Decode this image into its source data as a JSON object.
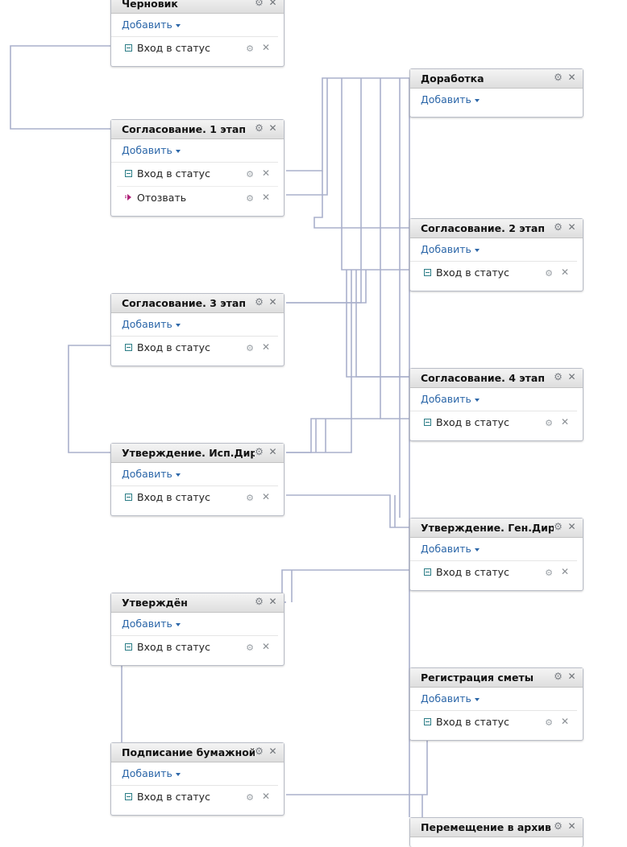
{
  "common": {
    "add_label": "Добавить",
    "gear_glyph": "⚙",
    "close_glyph": "✕",
    "enter_label": "Вход в статус",
    "revoke_label": "Отозвать"
  },
  "nodes": [
    {
      "title": "Черновик",
      "items": [
        "Вход в статус"
      ]
    },
    {
      "title": "Согласование. 1 этап",
      "items": [
        "Вход в статус",
        "Отозвать"
      ]
    },
    {
      "title": "Согласование. 3 этап",
      "items": [
        "Вход в статус"
      ]
    },
    {
      "title": "Утверждение. Исп.Дире",
      "items": [
        "Вход в статус"
      ]
    },
    {
      "title": "Утверждён",
      "items": [
        "Вход в статус"
      ]
    },
    {
      "title": "Подписание бумажной",
      "items": [
        "Вход в статус"
      ]
    },
    {
      "title": "Доработка",
      "items": []
    },
    {
      "title": "Согласование. 2 этап",
      "items": [
        "Вход в статус"
      ]
    },
    {
      "title": "Согласование. 4 этап",
      "items": [
        "Вход в статус"
      ]
    },
    {
      "title": "Утверждение. Ген.Дире",
      "items": [
        "Вход в статус"
      ]
    },
    {
      "title": "Регистрация сметы",
      "items": [
        "Вход в статус"
      ]
    },
    {
      "title": "Перемещение в архив",
      "items": []
    }
  ],
  "colors": {
    "link": "#aab0cc",
    "accent": "#2b66a8",
    "revoke": "#b0247a"
  }
}
